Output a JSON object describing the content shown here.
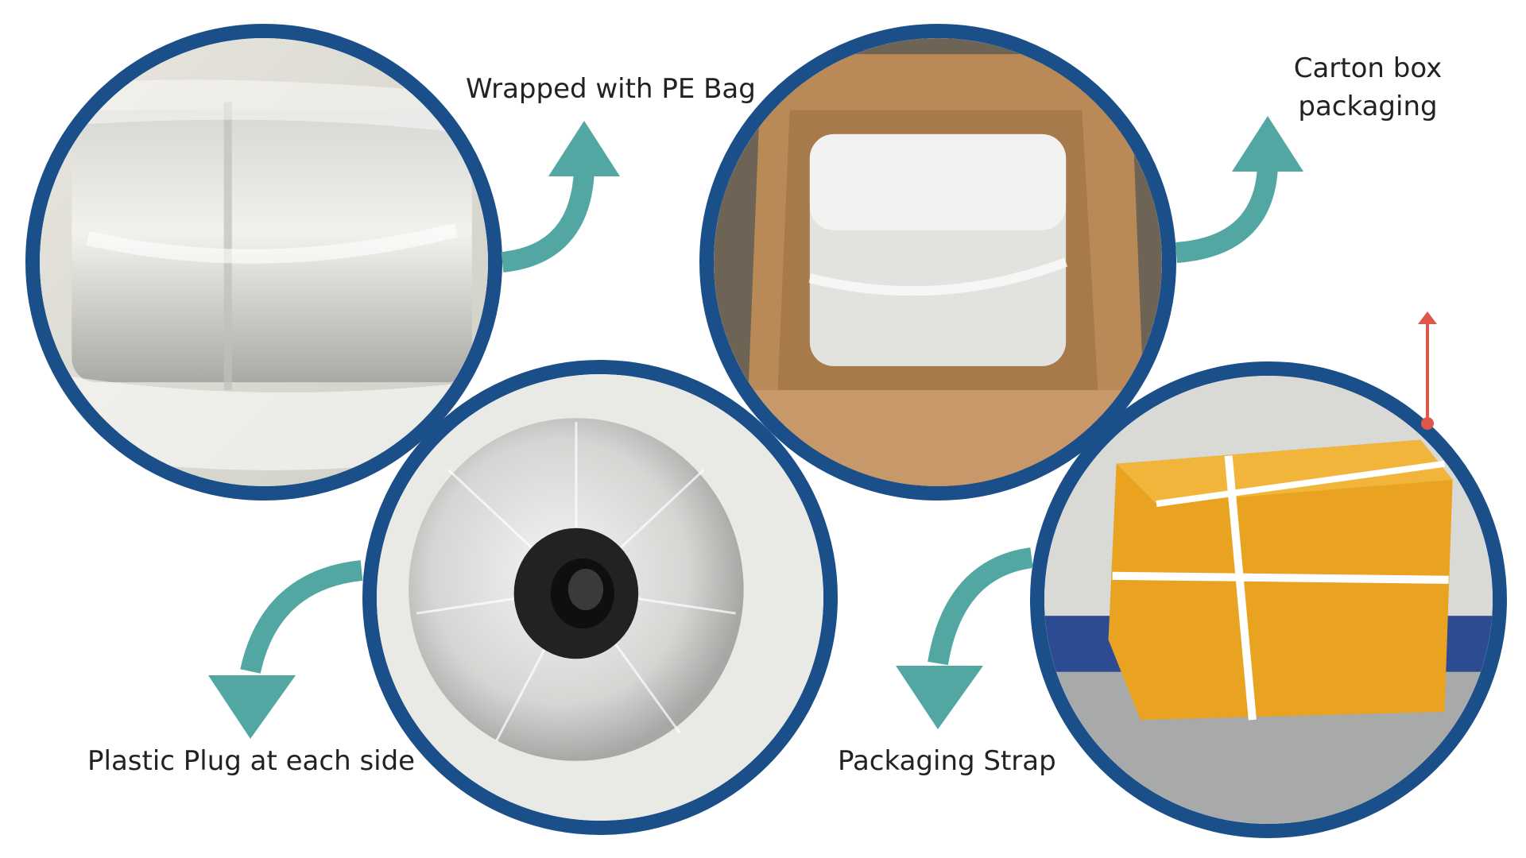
{
  "captions": {
    "pe_bag": "Wrapped with PE Bag",
    "carton_line1": "Carton box",
    "carton_line2": "packaging",
    "plug": "Plastic Plug at each side",
    "strap": "Packaging Strap"
  },
  "colors": {
    "ring": "#1b4f8a",
    "flow_arrow": "#52a7a3",
    "indicator_arrow": "#e0574a",
    "tape": "#e9a321",
    "cardboard": "#b98a58"
  },
  "icons": {
    "flow_arrow": "curved-arrow-icon",
    "indicator": "red-up-arrow-icon"
  }
}
